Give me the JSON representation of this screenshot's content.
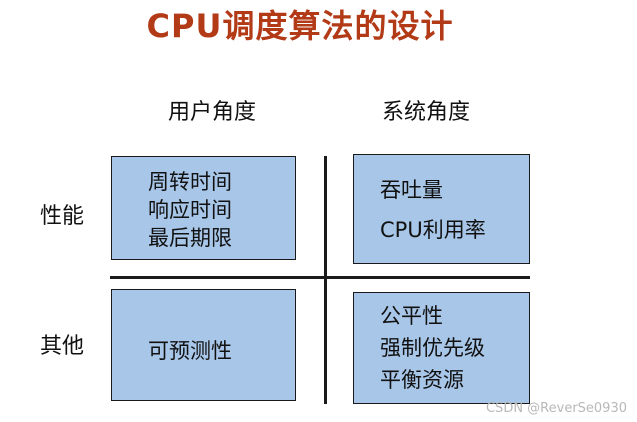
{
  "title": "CPU调度算法的设计",
  "columns": {
    "user": "用户角度",
    "system": "系统角度"
  },
  "rows": {
    "performance": "性能",
    "other": "其他"
  },
  "cells": {
    "user_performance": [
      "周转时间",
      "响应时间",
      "最后期限"
    ],
    "system_performance": [
      "吞吐量",
      "CPU利用率"
    ],
    "user_other": [
      "可预测性"
    ],
    "system_other": [
      "公平性",
      "强制优先级",
      "平衡资源"
    ]
  },
  "watermark": "CSDN @ReverSe0930",
  "colors": {
    "title": "#b33a16",
    "box_fill": "#a8c6e8",
    "line": "#1a1a1a"
  }
}
